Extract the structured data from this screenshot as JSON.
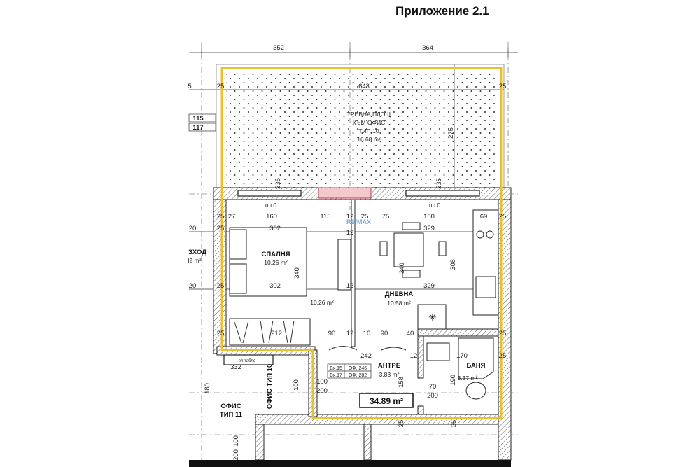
{
  "title": "Приложение 2.1",
  "colors": {
    "boundary": "#e8c030",
    "walls": "#222222",
    "watermark": "#b04050"
  },
  "terrace": {
    "name_line1": "ТРЕВНА ПЛОЩ",
    "name_line2": "КЪМ ОФИС",
    "name_line3": "ТИП 10",
    "area": "16.68 m²"
  },
  "rooms": {
    "bedroom": {
      "name": "СПАЛНЯ",
      "area": "10.26 m²",
      "area2": "10.26 m²"
    },
    "living": {
      "name": "ДНЕВНА",
      "area": "10.58 m²"
    },
    "hall": {
      "name": "АНТРЕ",
      "area": "3.83 m²"
    },
    "bath": {
      "name": "БАНЯ",
      "area": "3.37 m²"
    },
    "neighbor_left": {
      "name": "ЗХОД",
      "area": "l2 m²"
    }
  },
  "total_area": "34.89 m²",
  "entrance_table": [
    [
      "Вх.15",
      "ОФ. 246"
    ],
    [
      "Вх.17",
      "ОФ. 282"
    ]
  ],
  "side_boxes": [
    "115",
    "117"
  ],
  "office10": "ОФИС ТИП 10",
  "office11_line1": "ОФИС",
  "office11_line2": "ТИП 11",
  "panel_label": "ел.табло",
  "window_labels": [
    "пп 0",
    "пп 0"
  ],
  "dims_top": [
    "352",
    "364"
  ],
  "dims": [
    "643",
    "25",
    "25",
    "5",
    "275",
    "27",
    "160",
    "115",
    "12",
    "25",
    "75",
    "160",
    "69",
    "25",
    "25",
    "302",
    "302",
    "340",
    "329",
    "329",
    "340",
    "308",
    "20",
    "20",
    "25",
    "25",
    "25",
    "212",
    "90",
    "12",
    "10",
    "90",
    "40",
    "242",
    "12",
    "170",
    "190",
    "100",
    "200",
    "100",
    "158",
    "70",
    "200",
    "332",
    "180",
    "235",
    "235",
    "25",
    "25",
    "12",
    "12",
    "25",
    "25",
    "100",
    "200"
  ]
}
